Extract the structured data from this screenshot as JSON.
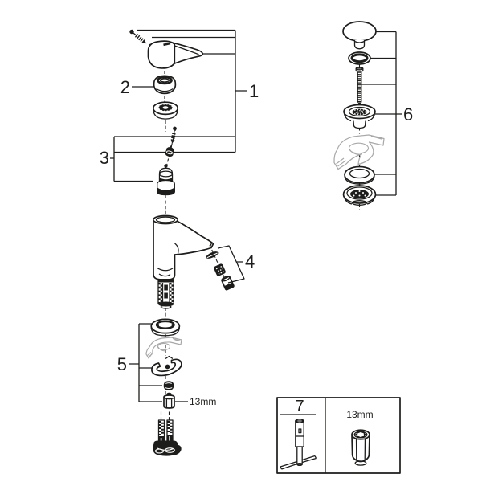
{
  "diagram": {
    "title_hint": "faucet-exploded-parts-diagram",
    "colors": {
      "line": "#1d1d1b",
      "ghost": "#a8a8a8",
      "bg": "#ffffff"
    },
    "callouts": {
      "c1": "1",
      "c2": "2",
      "c3": "3",
      "c4": "4",
      "c5": "5",
      "c6": "6",
      "c7": "7"
    },
    "annotations": {
      "nut_size": "13mm",
      "tool_size": "13mm"
    },
    "parts": [
      {
        "callout": "1",
        "name": "lever-handle-assembly"
      },
      {
        "callout": "2",
        "name": "handle-cap-ring"
      },
      {
        "callout": "3",
        "name": "cartridge-assembly"
      },
      {
        "callout": "4",
        "name": "aerator-set"
      },
      {
        "callout": "5",
        "name": "mounting-set"
      },
      {
        "callout": "6",
        "name": "waste-drain-set"
      },
      {
        "callout": "7",
        "name": "tool-set"
      }
    ]
  }
}
